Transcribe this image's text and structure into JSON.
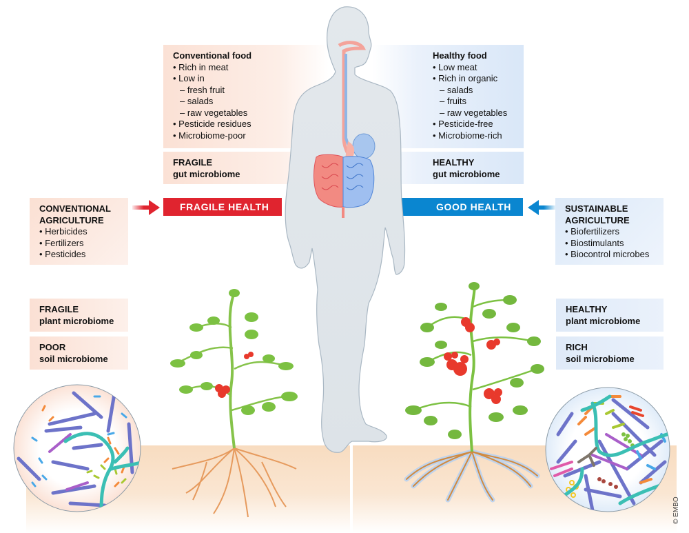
{
  "left": {
    "food_box": {
      "title": "Conventional food",
      "items": [
        {
          "text": "• Rich in meat"
        },
        {
          "text": "• Low in"
        },
        {
          "text": "– fresh fruit",
          "sub": true
        },
        {
          "text": "– salads",
          "sub": true
        },
        {
          "text": "– raw vegetables",
          "sub": true
        },
        {
          "text": "• Pesticide residues"
        },
        {
          "text": "• Microbiome-poor"
        }
      ]
    },
    "gut_box": {
      "line1": "FRAGILE",
      "line2": "gut microbiome"
    },
    "health_banner": "FRAGILE HEALTH",
    "agriculture_box": {
      "line1": "CONVENTIONAL",
      "line2": "AGRICULTURE",
      "items": [
        "• Herbicides",
        "• Fertilizers",
        "• Pesticides"
      ]
    },
    "plant_box": {
      "line1": "FRAGILE",
      "line2": "plant microbiome"
    },
    "soil_box": {
      "line1": "POOR",
      "line2": "soil microbiome"
    },
    "accent_color": "#e0242f"
  },
  "right": {
    "food_box": {
      "title": "Healthy food",
      "items": [
        {
          "text": "• Low meat"
        },
        {
          "text": "• Rich in organic"
        },
        {
          "text": "– salads",
          "sub": true
        },
        {
          "text": "– fruits",
          "sub": true
        },
        {
          "text": "– raw vegetables",
          "sub": true
        },
        {
          "text": "• Pesticide-free"
        },
        {
          "text": "• Microbiome-rich"
        }
      ]
    },
    "gut_box": {
      "line1": "HEALTHY",
      "line2": "gut microbiome"
    },
    "health_banner": "GOOD HEALTH",
    "agriculture_box": {
      "line1": "SUSTAINABLE",
      "line2": "AGRICULTURE",
      "items": [
        "• Biofertilizers",
        "• Biostimulants",
        "• Biocontrol microbes"
      ]
    },
    "plant_box": {
      "line1": "HEALTHY",
      "line2": "plant microbiome"
    },
    "soil_box": {
      "line1": "RICH",
      "line2": "soil microbiome"
    },
    "accent_color": "#0a86d0"
  },
  "copyright": "© EMBO"
}
